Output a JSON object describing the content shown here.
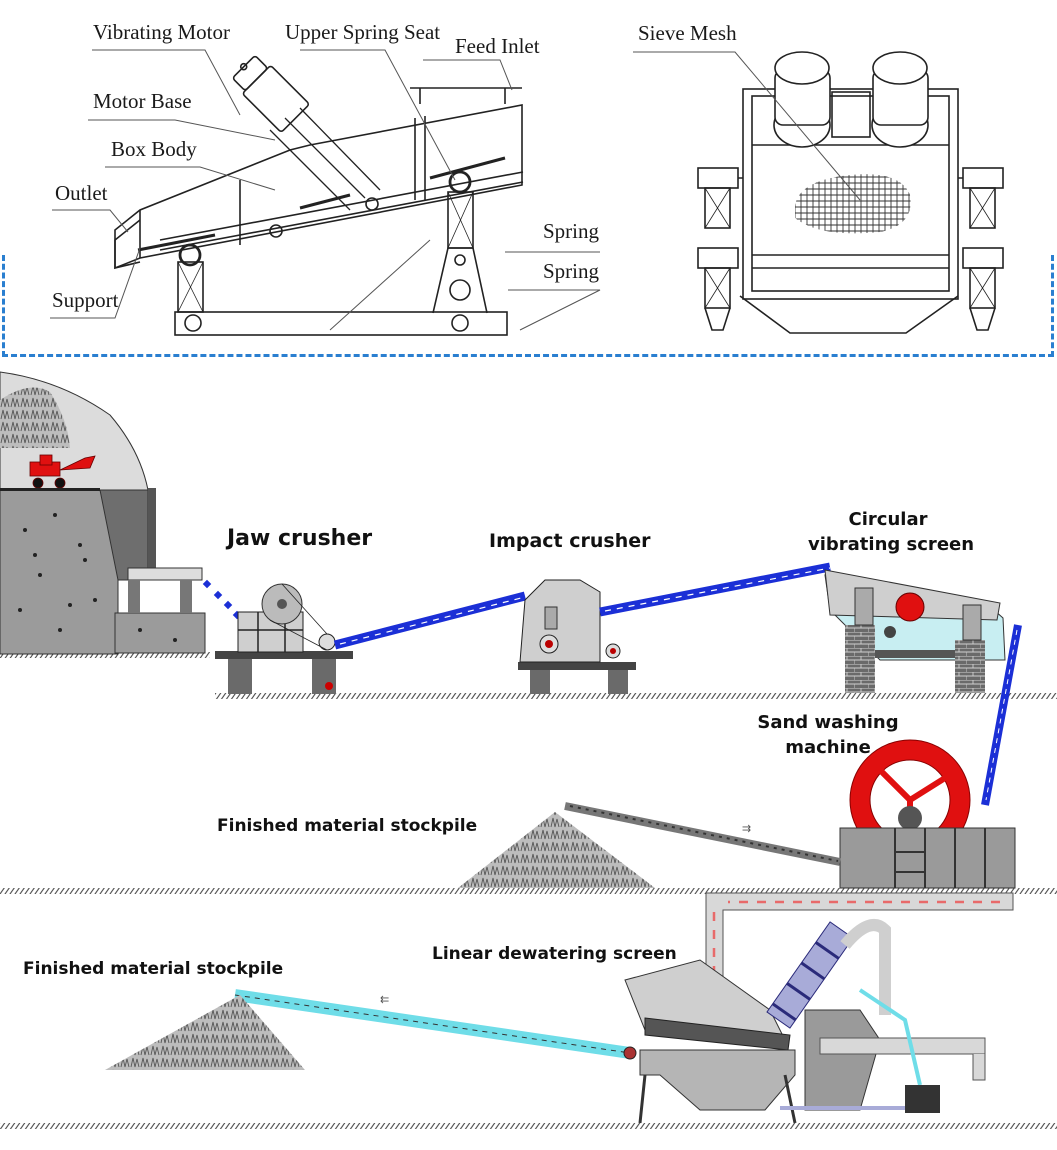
{
  "title": "Sand and gravel production line with vibrating screen structure",
  "structure_diagram": {
    "side_view_labels": [
      "Vibrating Motor",
      "Upper Spring Seat",
      "Feed Inlet",
      "Motor Base",
      "Box Body",
      "Outlet",
      "Spring",
      "Spring",
      "Support"
    ],
    "front_view_labels": [
      "Sieve Mesh"
    ]
  },
  "process_flow": {
    "stages": [
      {
        "id": "jaw",
        "label": "Jaw crusher"
      },
      {
        "id": "impact",
        "label": "Impact crusher"
      },
      {
        "id": "screen",
        "label_line1": "Circular",
        "label_line2": "vibrating screen"
      },
      {
        "id": "washer",
        "label_line1": "Sand washing",
        "label_line2": "machine"
      },
      {
        "id": "stockpile1",
        "label": "Finished material stockpile"
      },
      {
        "id": "dewater",
        "label": "Linear dewatering screen"
      },
      {
        "id": "stockpile2",
        "label": "Finished material stockpile"
      }
    ]
  },
  "colors": {
    "frame_dash": "#2a7fd0",
    "conveyor_blue": "#1b2fd6",
    "conveyor_cyan": "#6fdde8",
    "machine_red": "#e01010",
    "flow_arrow": "#e86a6a",
    "machine_gray": "#9a9a9a",
    "ground": "#555555"
  }
}
